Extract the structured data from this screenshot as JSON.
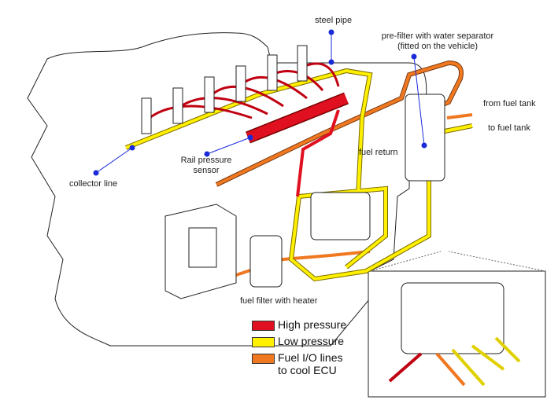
{
  "labels": {
    "steel_pipe": "steel pipe",
    "pre_filter_line1": "pre-filter with water separator",
    "pre_filter_line2": "(fitted on the vehicle)",
    "from_fuel_tank": "from fuel tank",
    "to_fuel_tank": "to fuel tank",
    "fuel_return": "fuel return",
    "collector_line": "collector line",
    "rail_pressure_line1": "Rail pressure",
    "rail_pressure_line2": "sensor",
    "fuel_filter": "fuel filter with heater"
  },
  "legend": [
    {
      "label": "High pressure",
      "color": "#e01020"
    },
    {
      "label": "Low pressure",
      "color": "#fff000"
    },
    {
      "label": "Fuel I/O lines",
      "label2": "to cool ECU",
      "color": "#f07820"
    }
  ],
  "colors": {
    "high_pressure": "#e01020",
    "low_pressure": "#fff000",
    "ecu_cooling": "#f07820",
    "callout": "#1a2ad8"
  }
}
